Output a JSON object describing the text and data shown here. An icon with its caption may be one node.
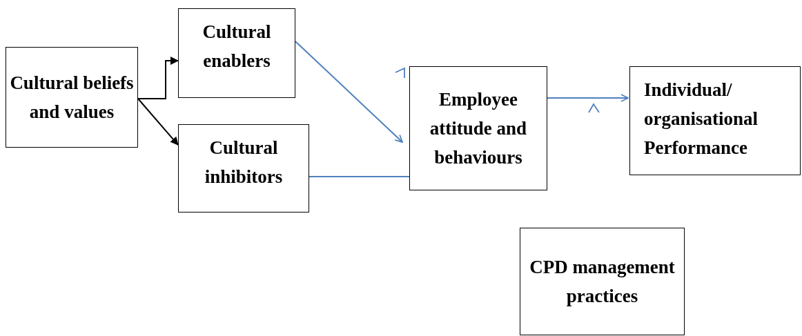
{
  "diagram": {
    "nodes": [
      {
        "text": [
          "Cultural beliefs and values"
        ]
      },
      {
        "text": [
          "Cultural enablers"
        ]
      },
      {
        "text": [
          "Cultural inhibitors"
        ]
      },
      {
        "text": [
          "Employee attitude and behaviours"
        ]
      },
      {
        "text": [
          "Individual/ organisational Performance"
        ]
      },
      {
        "text": [
          "CPD management practices"
        ]
      }
    ],
    "edges": [
      {
        "from": 0,
        "to": 1,
        "arrow": "to",
        "color": "#000000"
      },
      {
        "from": 0,
        "to": 2,
        "arrow": "to",
        "color": "#000000"
      },
      {
        "from": 1,
        "to": 3,
        "arrow": "to"
      },
      {
        "from": 2,
        "to": 3,
        "arrow": "none"
      },
      {
        "from": 3,
        "to": 4,
        "arrow": "to"
      }
    ]
  }
}
